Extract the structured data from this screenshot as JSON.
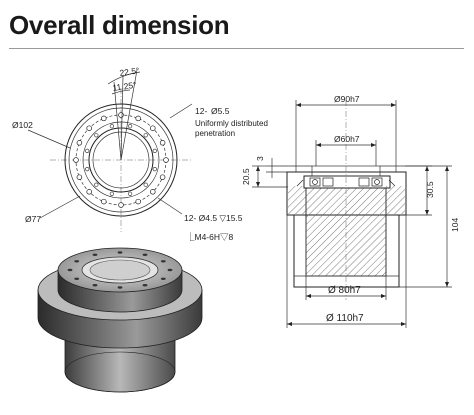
{
  "header": {
    "title": "Overall dimension"
  },
  "front_view": {
    "angle_outer": "22.5°",
    "angle_inner": "11.25°",
    "dia_outer": "Ø102",
    "dia_pcd": "Ø77",
    "holes_top_count": "12-",
    "holes_top_dia": "Ø5.5",
    "holes_top_note_1": "Uniformly distributed",
    "holes_top_note_2": "penetration",
    "holes_bottom": "12- Ø4.5 ▽15.5",
    "thread": "⎿M4-6H▽8"
  },
  "section_view": {
    "dia_top": "Ø90h7",
    "dia_inner": "Ø60h7",
    "dim_3": "3",
    "dim_20_5": "20.5",
    "dim_30_5": "30.5",
    "dim_104": "104",
    "dia_lower": "Ø 80h7",
    "dia_bottom": "Ø 110h7"
  },
  "colors": {
    "line": "#222222",
    "hatch": "#555555",
    "rule": "#9a9a9a"
  }
}
